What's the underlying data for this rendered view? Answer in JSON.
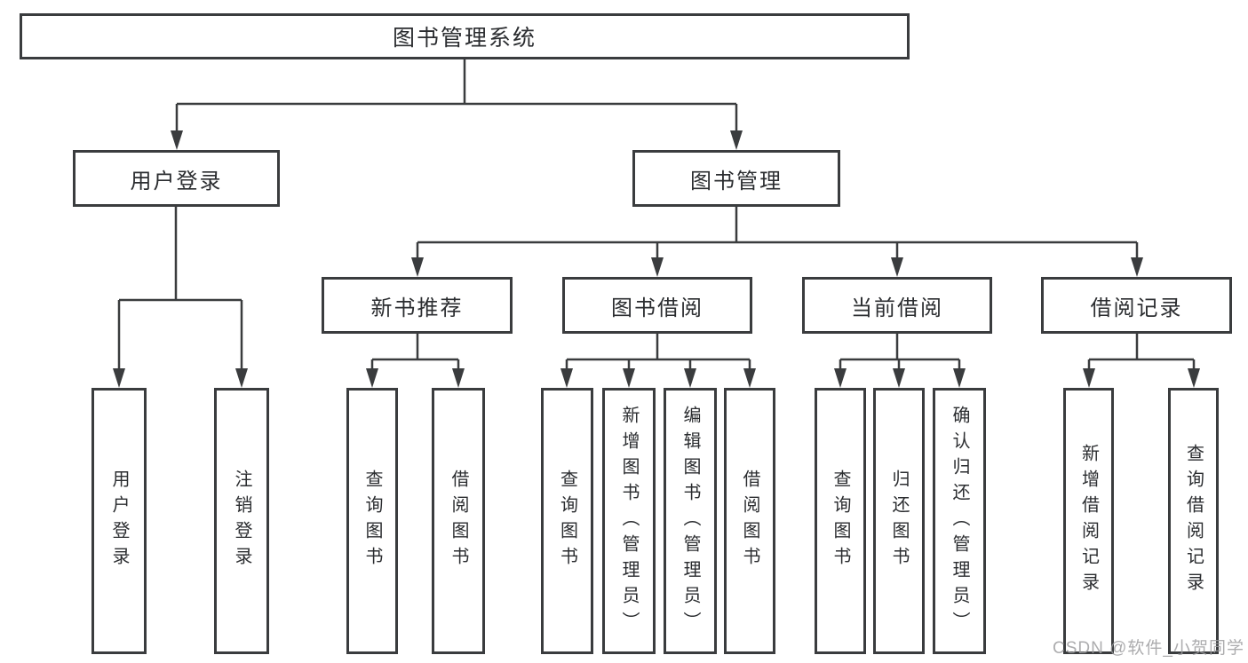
{
  "tree": {
    "label": "图书管理系统",
    "children": [
      {
        "label": "用户登录",
        "children": [
          {
            "label": "用户登录"
          },
          {
            "label": "注销登录"
          }
        ]
      },
      {
        "label": "图书管理",
        "children": [
          {
            "label": "新书推荐",
            "children": [
              {
                "label": "查询图书"
              },
              {
                "label": "借阅图书"
              }
            ]
          },
          {
            "label": "图书借阅",
            "children": [
              {
                "label": "查询图书"
              },
              {
                "label": "新增图书（管理员）"
              },
              {
                "label": "编辑图书（管理员）"
              },
              {
                "label": "借阅图书"
              }
            ]
          },
          {
            "label": "当前借阅",
            "children": [
              {
                "label": "查询图书"
              },
              {
                "label": "归还图书"
              },
              {
                "label": "确认归还（管理员）"
              }
            ]
          },
          {
            "label": "借阅记录",
            "children": [
              {
                "label": "新增借阅记录"
              },
              {
                "label": "查询借阅记录"
              }
            ]
          }
        ]
      }
    ]
  },
  "watermark": "CSDN @软件_小贺同学",
  "colors": {
    "line": "#3a3c3e",
    "border": "#3a3c3e",
    "text": "#2b2d30",
    "watermark": "#9e9ea0",
    "background": "#ffffff"
  }
}
